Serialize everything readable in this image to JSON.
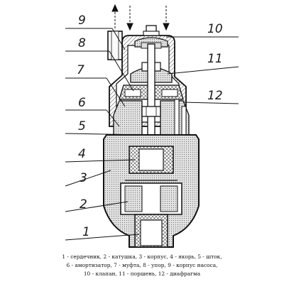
{
  "callouts": [
    {
      "id": "1",
      "text": "1"
    },
    {
      "id": "2",
      "text": "2"
    },
    {
      "id": "3",
      "text": "3"
    },
    {
      "id": "4",
      "text": "4"
    },
    {
      "id": "5",
      "text": "5"
    },
    {
      "id": "6",
      "text": "6"
    },
    {
      "id": "7",
      "text": "7"
    },
    {
      "id": "8",
      "text": "8"
    },
    {
      "id": "9",
      "text": "9"
    },
    {
      "id": "10",
      "text": "10"
    },
    {
      "id": "11",
      "text": "11"
    },
    {
      "id": "12",
      "text": "12"
    }
  ],
  "legend": {
    "line1": "1 - сердечник, 2 - катушка, 3 -  корпус, 4 - якорь, 5 - шток,",
    "line2": "6 - амортизатор, 7 - муфта, 8 - упор, 9 - корпус насоса,",
    "line3": "10 - клапан, 11 - поршень, 12 - диафрагма"
  }
}
